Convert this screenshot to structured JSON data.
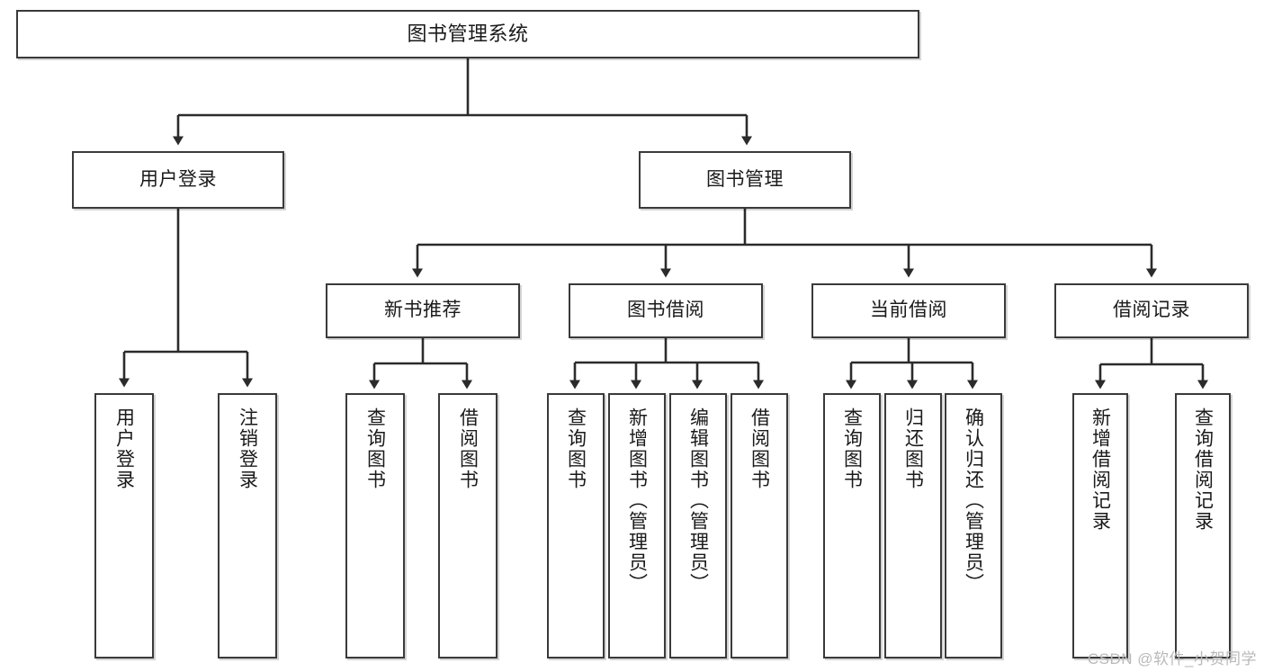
{
  "diagram": {
    "type": "tree",
    "title": "图书管理系统",
    "style": {
      "box_border_color": "#3a3a3a",
      "box_fill": "#ffffff",
      "line_color": "#2b2b2b",
      "text_color": "#1a1a1a",
      "background": "#ffffff",
      "watermark_color": "#b9b9b9"
    },
    "nodes": {
      "root": {
        "label": "图书管理系统",
        "level": 1
      },
      "l2": [
        {
          "id": "user-login",
          "label": "用户登录"
        },
        {
          "id": "book-manage",
          "label": "图书管理"
        }
      ],
      "l3": [
        {
          "id": "new-book-rec",
          "label": "新书推荐"
        },
        {
          "id": "book-borrow",
          "label": "图书借阅"
        },
        {
          "id": "current-borrow",
          "label": "当前借阅"
        },
        {
          "id": "borrow-record",
          "label": "借阅记录"
        }
      ],
      "leaves": {
        "user-login": [
          {
            "id": "leaf-user-login",
            "label": "用户登录"
          },
          {
            "id": "leaf-logout",
            "label": "注销登录"
          }
        ],
        "new-book-rec": [
          {
            "id": "leaf-query-book-1",
            "label": "查询图书"
          },
          {
            "id": "leaf-borrow-book-1",
            "label": "借阅图书"
          }
        ],
        "book-borrow": [
          {
            "id": "leaf-query-book-2",
            "label": "查询图书"
          },
          {
            "id": "leaf-add-book",
            "label": "新增图书（管理员）"
          },
          {
            "id": "leaf-edit-book",
            "label": "编辑图书（管理员）"
          },
          {
            "id": "leaf-borrow-book-2",
            "label": "借阅图书"
          }
        ],
        "current-borrow": [
          {
            "id": "leaf-query-book-3",
            "label": "查询图书"
          },
          {
            "id": "leaf-return-book",
            "label": "归还图书"
          },
          {
            "id": "leaf-confirm-return",
            "label": "确认归还（管理员）"
          }
        ],
        "borrow-record": [
          {
            "id": "leaf-add-record",
            "label": "新增借阅记录"
          },
          {
            "id": "leaf-query-record",
            "label": "查询借阅记录"
          }
        ]
      }
    },
    "watermark": "CSDN @软件_小贺同学"
  }
}
